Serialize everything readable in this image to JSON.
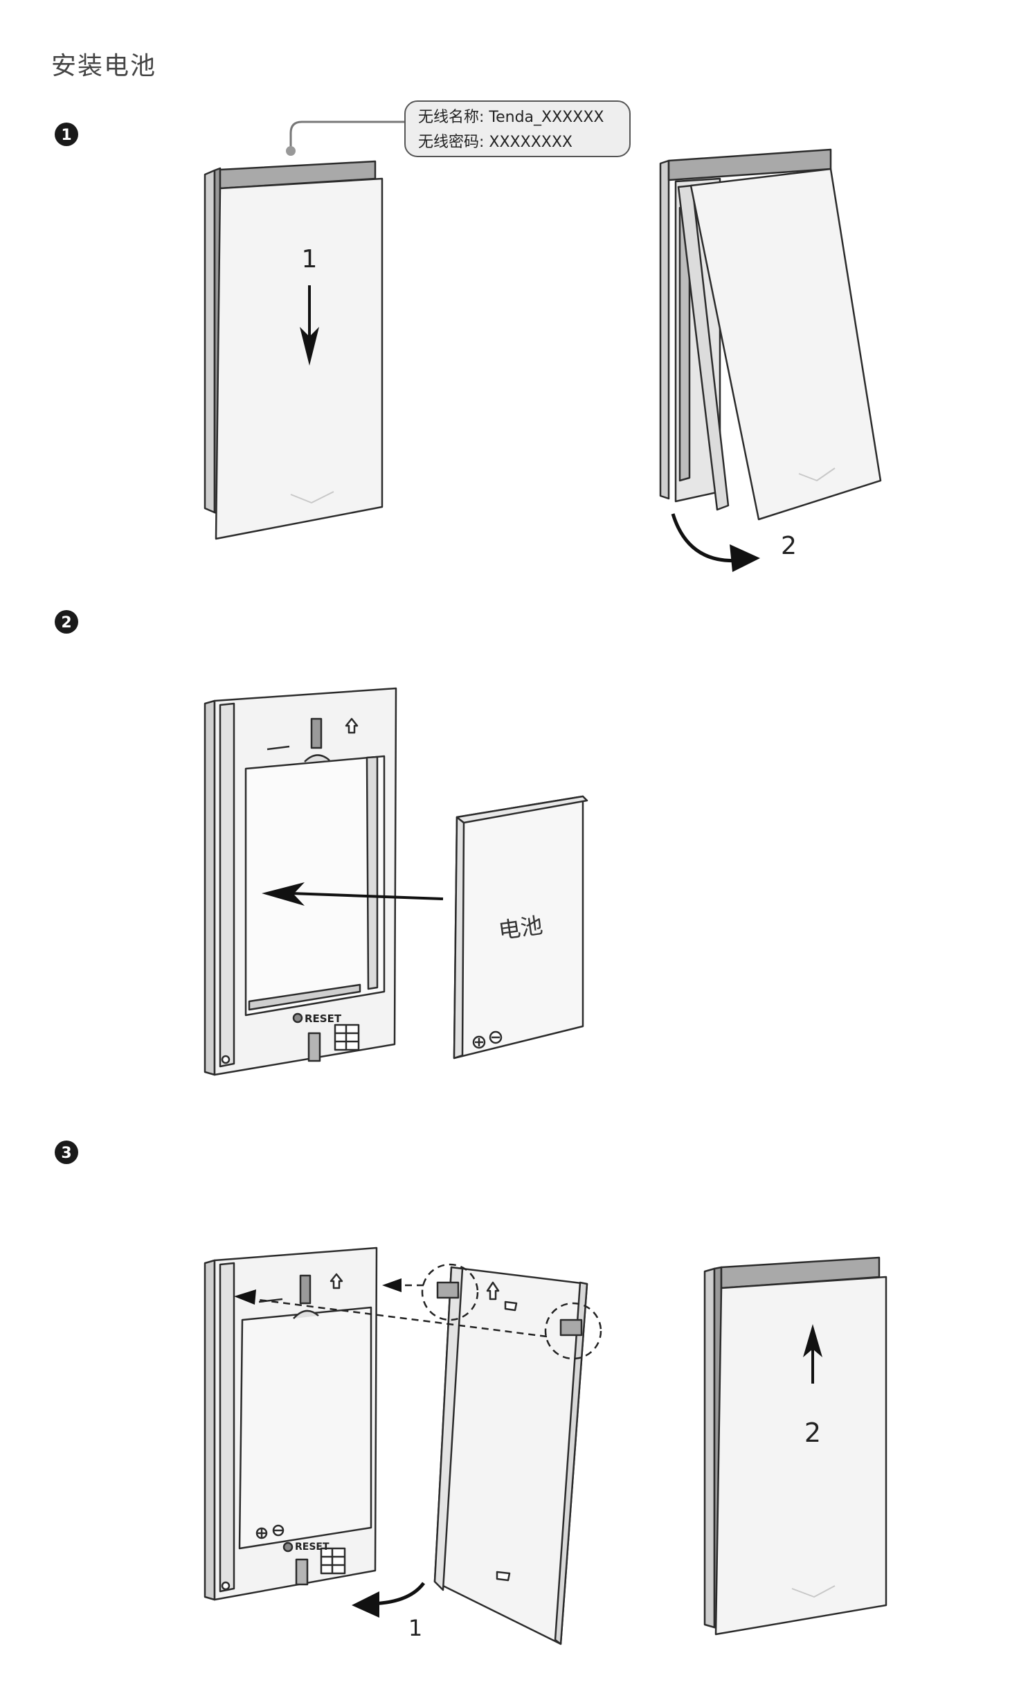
{
  "page": {
    "title": "安装电池"
  },
  "steps": [
    {
      "marker": "1",
      "ssid_line": "无线名称: Tenda_XXXXXX",
      "password_line": "无线密码: XXXXXXXX",
      "arrow_down_label": "1",
      "rotate_label": "2"
    },
    {
      "marker": "2",
      "battery_label": "电池",
      "reset_label": "RESET"
    },
    {
      "marker": "3",
      "reset_label": "RESET",
      "insert_label": "1",
      "slide_up_label": "2"
    }
  ],
  "colors": {
    "outline": "#2b2b2b",
    "panel": "#f4f4f4",
    "shade": "#a9a9a9",
    "marker": "#1a1a1a"
  }
}
